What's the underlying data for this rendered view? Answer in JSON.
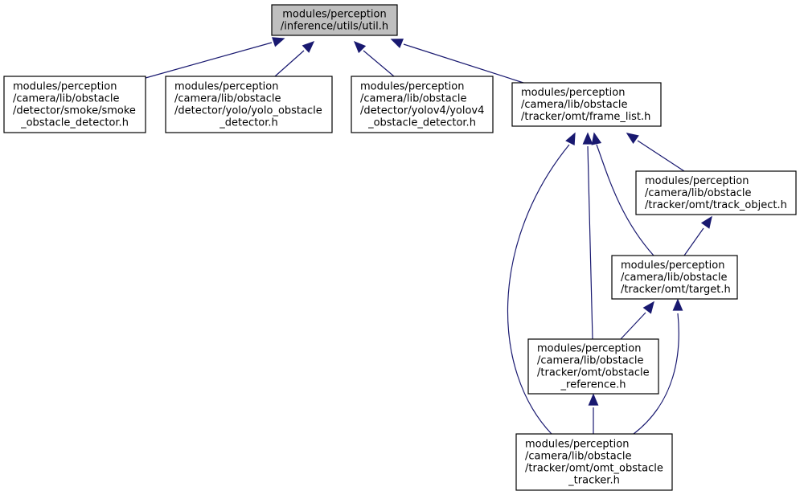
{
  "nodes": [
    {
      "id": "util",
      "lines": [
        "modules/perception",
        "/inference/utils/util.h"
      ],
      "align": "middle",
      "fill": "#bfbfbf"
    },
    {
      "id": "smoke",
      "lines": [
        "modules/perception",
        "/camera/lib/obstacle",
        "/detector/smoke/smoke",
        "_obstacle_detector.h"
      ],
      "align": "mixed",
      "fill": "#ffffff"
    },
    {
      "id": "yolo",
      "lines": [
        "modules/perception",
        "/camera/lib/obstacle",
        "/detector/yolo/yolo_obstacle",
        "_detector.h"
      ],
      "align": "mixed",
      "fill": "#ffffff"
    },
    {
      "id": "yolov4",
      "lines": [
        "modules/perception",
        "/camera/lib/obstacle",
        "/detector/yolov4/yolov4",
        "_obstacle_detector.h"
      ],
      "align": "mixed",
      "fill": "#ffffff"
    },
    {
      "id": "frame_list",
      "lines": [
        "modules/perception",
        "/camera/lib/obstacle",
        "/tracker/omt/frame_list.h"
      ],
      "align": "start",
      "fill": "#ffffff"
    },
    {
      "id": "track_object",
      "lines": [
        "modules/perception",
        "/camera/lib/obstacle",
        "/tracker/omt/track_object.h"
      ],
      "align": "start",
      "fill": "#ffffff"
    },
    {
      "id": "target",
      "lines": [
        "modules/perception",
        "/camera/lib/obstacle",
        "/tracker/omt/target.h"
      ],
      "align": "start",
      "fill": "#ffffff"
    },
    {
      "id": "obstacle_reference",
      "lines": [
        "modules/perception",
        "/camera/lib/obstacle",
        "/tracker/omt/obstacle",
        "_reference.h"
      ],
      "align": "mixed",
      "fill": "#ffffff"
    },
    {
      "id": "omt_obstacle_tracker",
      "lines": [
        "modules/perception",
        "/camera/lib/obstacle",
        "/tracker/omt/omt_obstacle",
        "_tracker.h"
      ],
      "align": "mixed",
      "fill": "#ffffff"
    }
  ],
  "edges": [
    {
      "from": "smoke",
      "to": "util"
    },
    {
      "from": "yolo",
      "to": "util"
    },
    {
      "from": "yolov4",
      "to": "util"
    },
    {
      "from": "frame_list",
      "to": "util"
    },
    {
      "from": "track_object",
      "to": "frame_list"
    },
    {
      "from": "target",
      "to": "frame_list"
    },
    {
      "from": "obstacle_reference",
      "to": "frame_list"
    },
    {
      "from": "omt_obstacle_tracker",
      "to": "frame_list"
    },
    {
      "from": "target",
      "to": "track_object"
    },
    {
      "from": "obstacle_reference",
      "to": "target"
    },
    {
      "from": "omt_obstacle_tracker",
      "to": "target"
    },
    {
      "from": "omt_obstacle_tracker",
      "to": "obstacle_reference"
    }
  ],
  "colors": {
    "edge": "#191970",
    "border": "#000000"
  }
}
